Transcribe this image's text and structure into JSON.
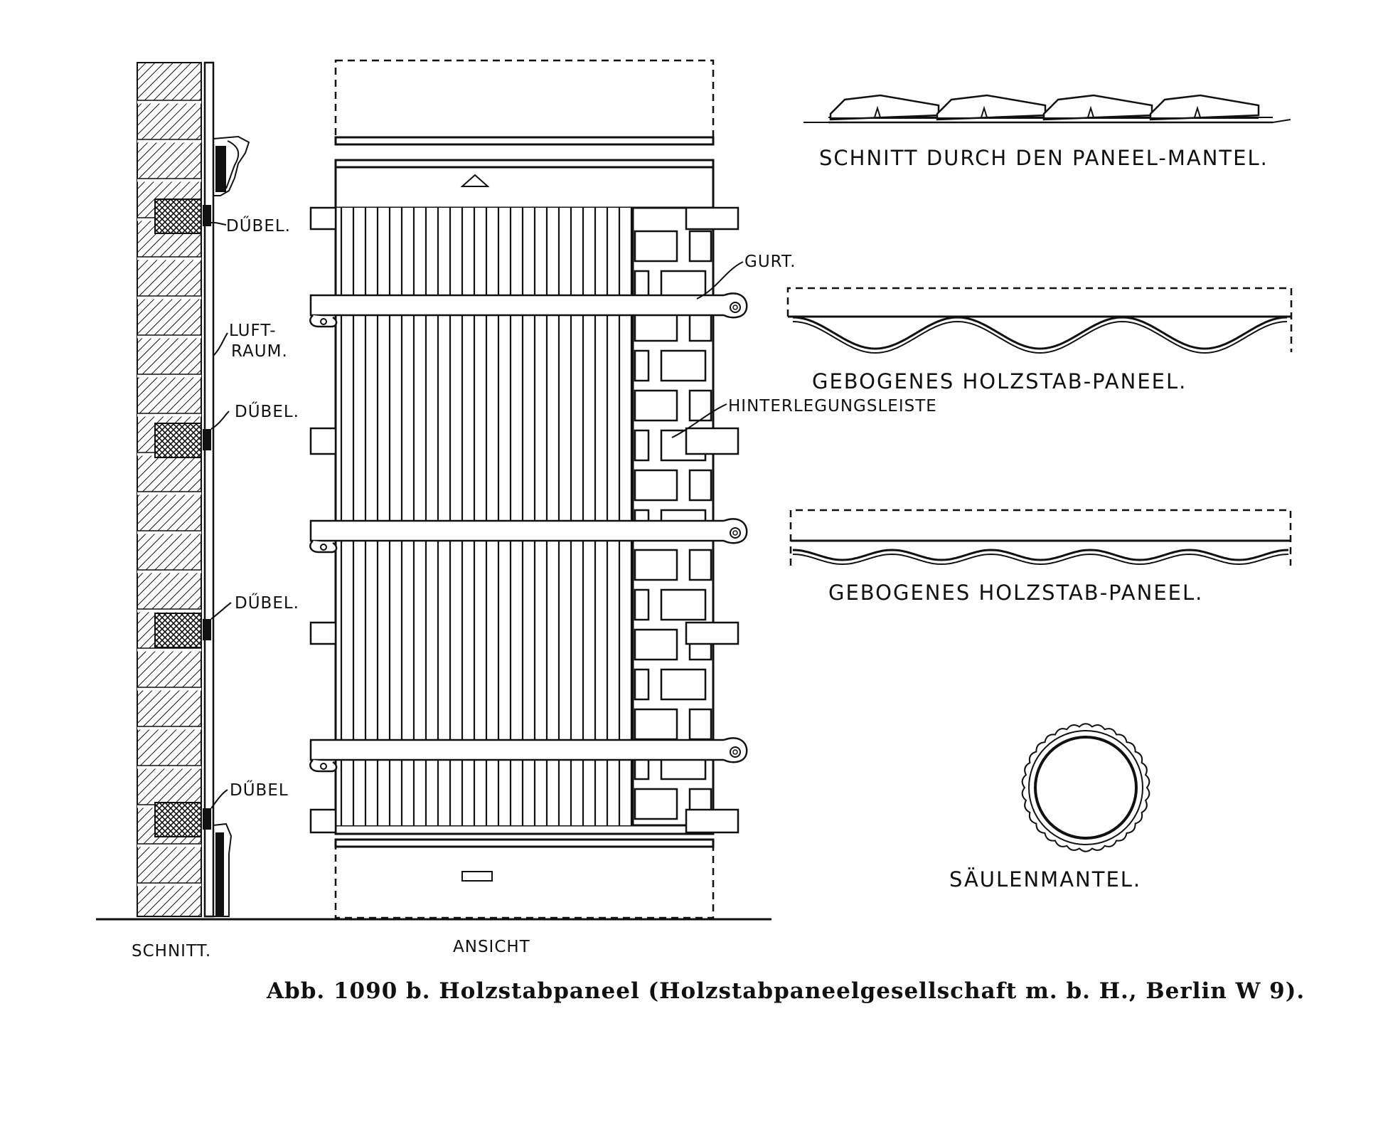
{
  "labels": {
    "duebel": "DŰBEL.",
    "duebel_last": "DŰBEL",
    "luft": "LUFT-",
    "raum": "RAUM.",
    "gurt": "GURT.",
    "hinterlegungsleiste": "HINTERLEGUNGSLEISTE",
    "schnitt_mantel": "SCHNITT DURCH DEN PANEEL-MANTEL.",
    "gebogen": "GEBOGENES HOLZSTAB-PANEEL.",
    "saeulenmantel": "SÄULENMANTEL.",
    "schnitt": "SCHNITT.",
    "ansicht": "ANSICHT"
  },
  "caption": "Abb. 1090 b.  Holzstabpaneel (Holzstabpaneelgesellschaft m. b. H., Berlin W 9)."
}
